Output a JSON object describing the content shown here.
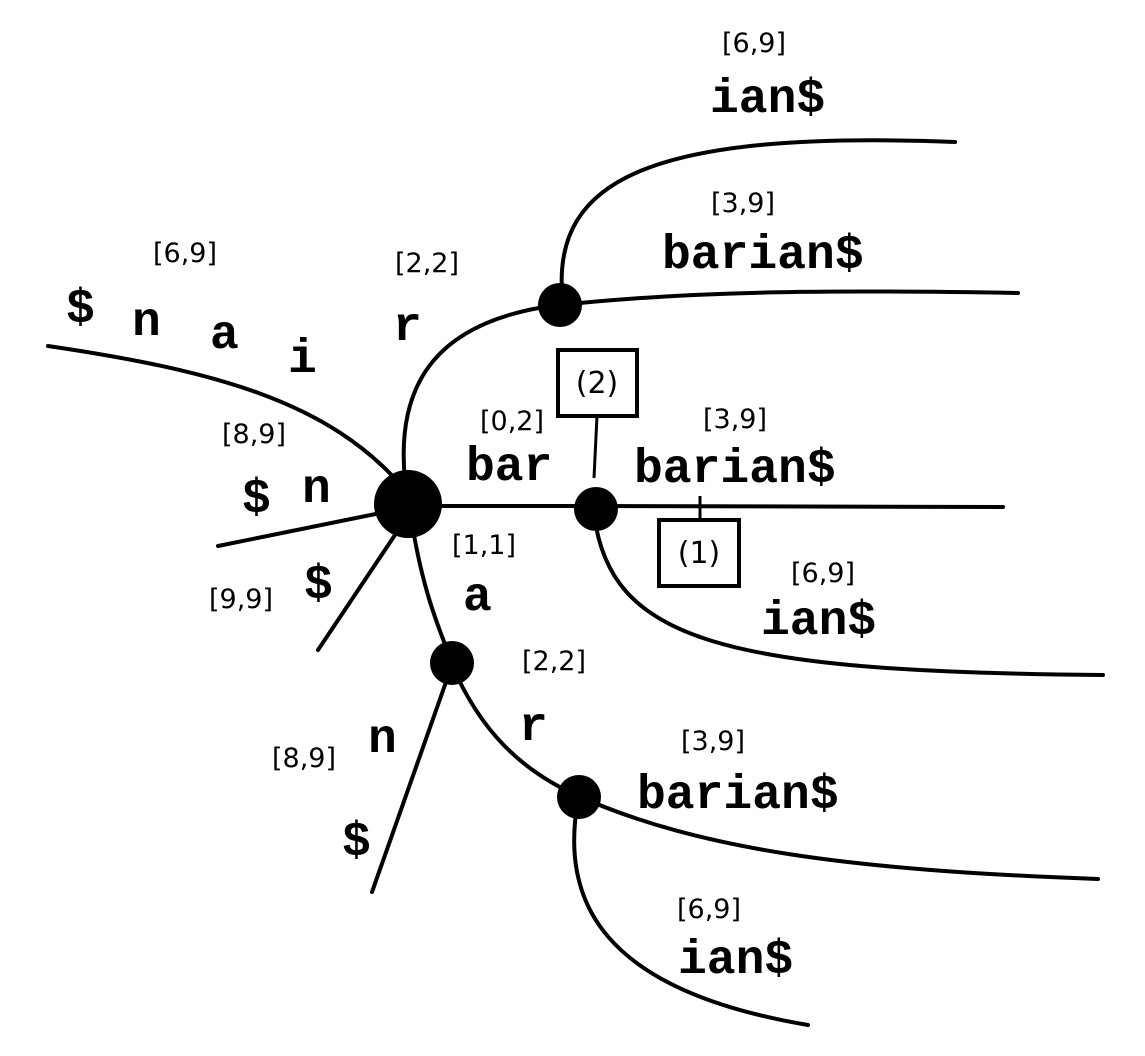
{
  "ranges": {
    "top_ian": "[6,9]",
    "top_barian": "[3,9]",
    "r_edge": "[2,2]",
    "left_nair": "[6,9]",
    "bar_edge": "[0,2]",
    "mid_barian": "[3,9]",
    "n_edge": "[8,9]",
    "a_edge": "[1,1]",
    "dollar_edge": "[9,9]",
    "mid_ian": "[6,9]",
    "r2_edge": "[2,2]",
    "low_barian": "[3,9]",
    "low_n": "[8,9]",
    "low_ian": "[6,9]"
  },
  "labels": {
    "top_ian": "ian$",
    "top_barian": "barian$",
    "r_edge": "r",
    "left_chars": [
      "$",
      "n",
      "a",
      "i"
    ],
    "bar_edge": "bar",
    "mid_barian": "barian$",
    "left_n_dollar": "$",
    "left_n_n": "n",
    "dollar_edge": "$",
    "a_edge": "a",
    "mid_ian": "ian$",
    "r2_edge": "r",
    "low_barian": "barian$",
    "low_n": "n",
    "low_dollar": "$",
    "low_ian": "ian$"
  },
  "markers": {
    "one": "(1)",
    "two": "(2)"
  }
}
